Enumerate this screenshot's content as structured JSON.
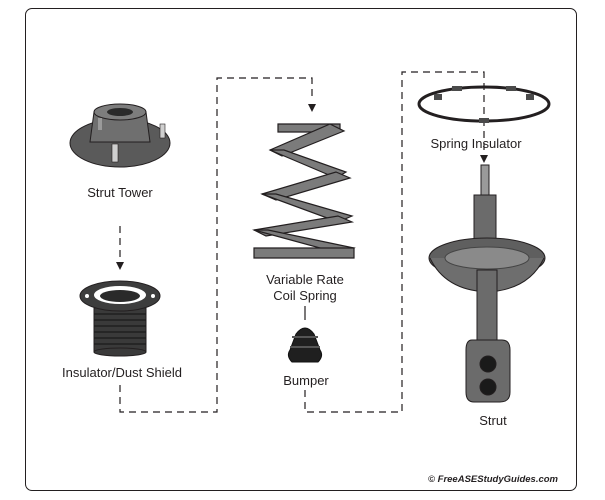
{
  "labels": {
    "strut_tower": "Strut Tower",
    "insulator_dust_shield": "Insulator/Dust Shield",
    "variable_rate_line1": "Variable Rate",
    "variable_rate_line2": "Coil Spring",
    "bumper": "Bumper",
    "spring_insulator": "Spring Insulator",
    "strut": "Strut"
  },
  "credit": "© FreeASEStudyGuides.com",
  "colors": {
    "part_dark": "#3a3a3a",
    "part_mid": "#6b6b6b",
    "part_light": "#8c8c8c",
    "outline": "#231f20",
    "background": "#ffffff"
  }
}
